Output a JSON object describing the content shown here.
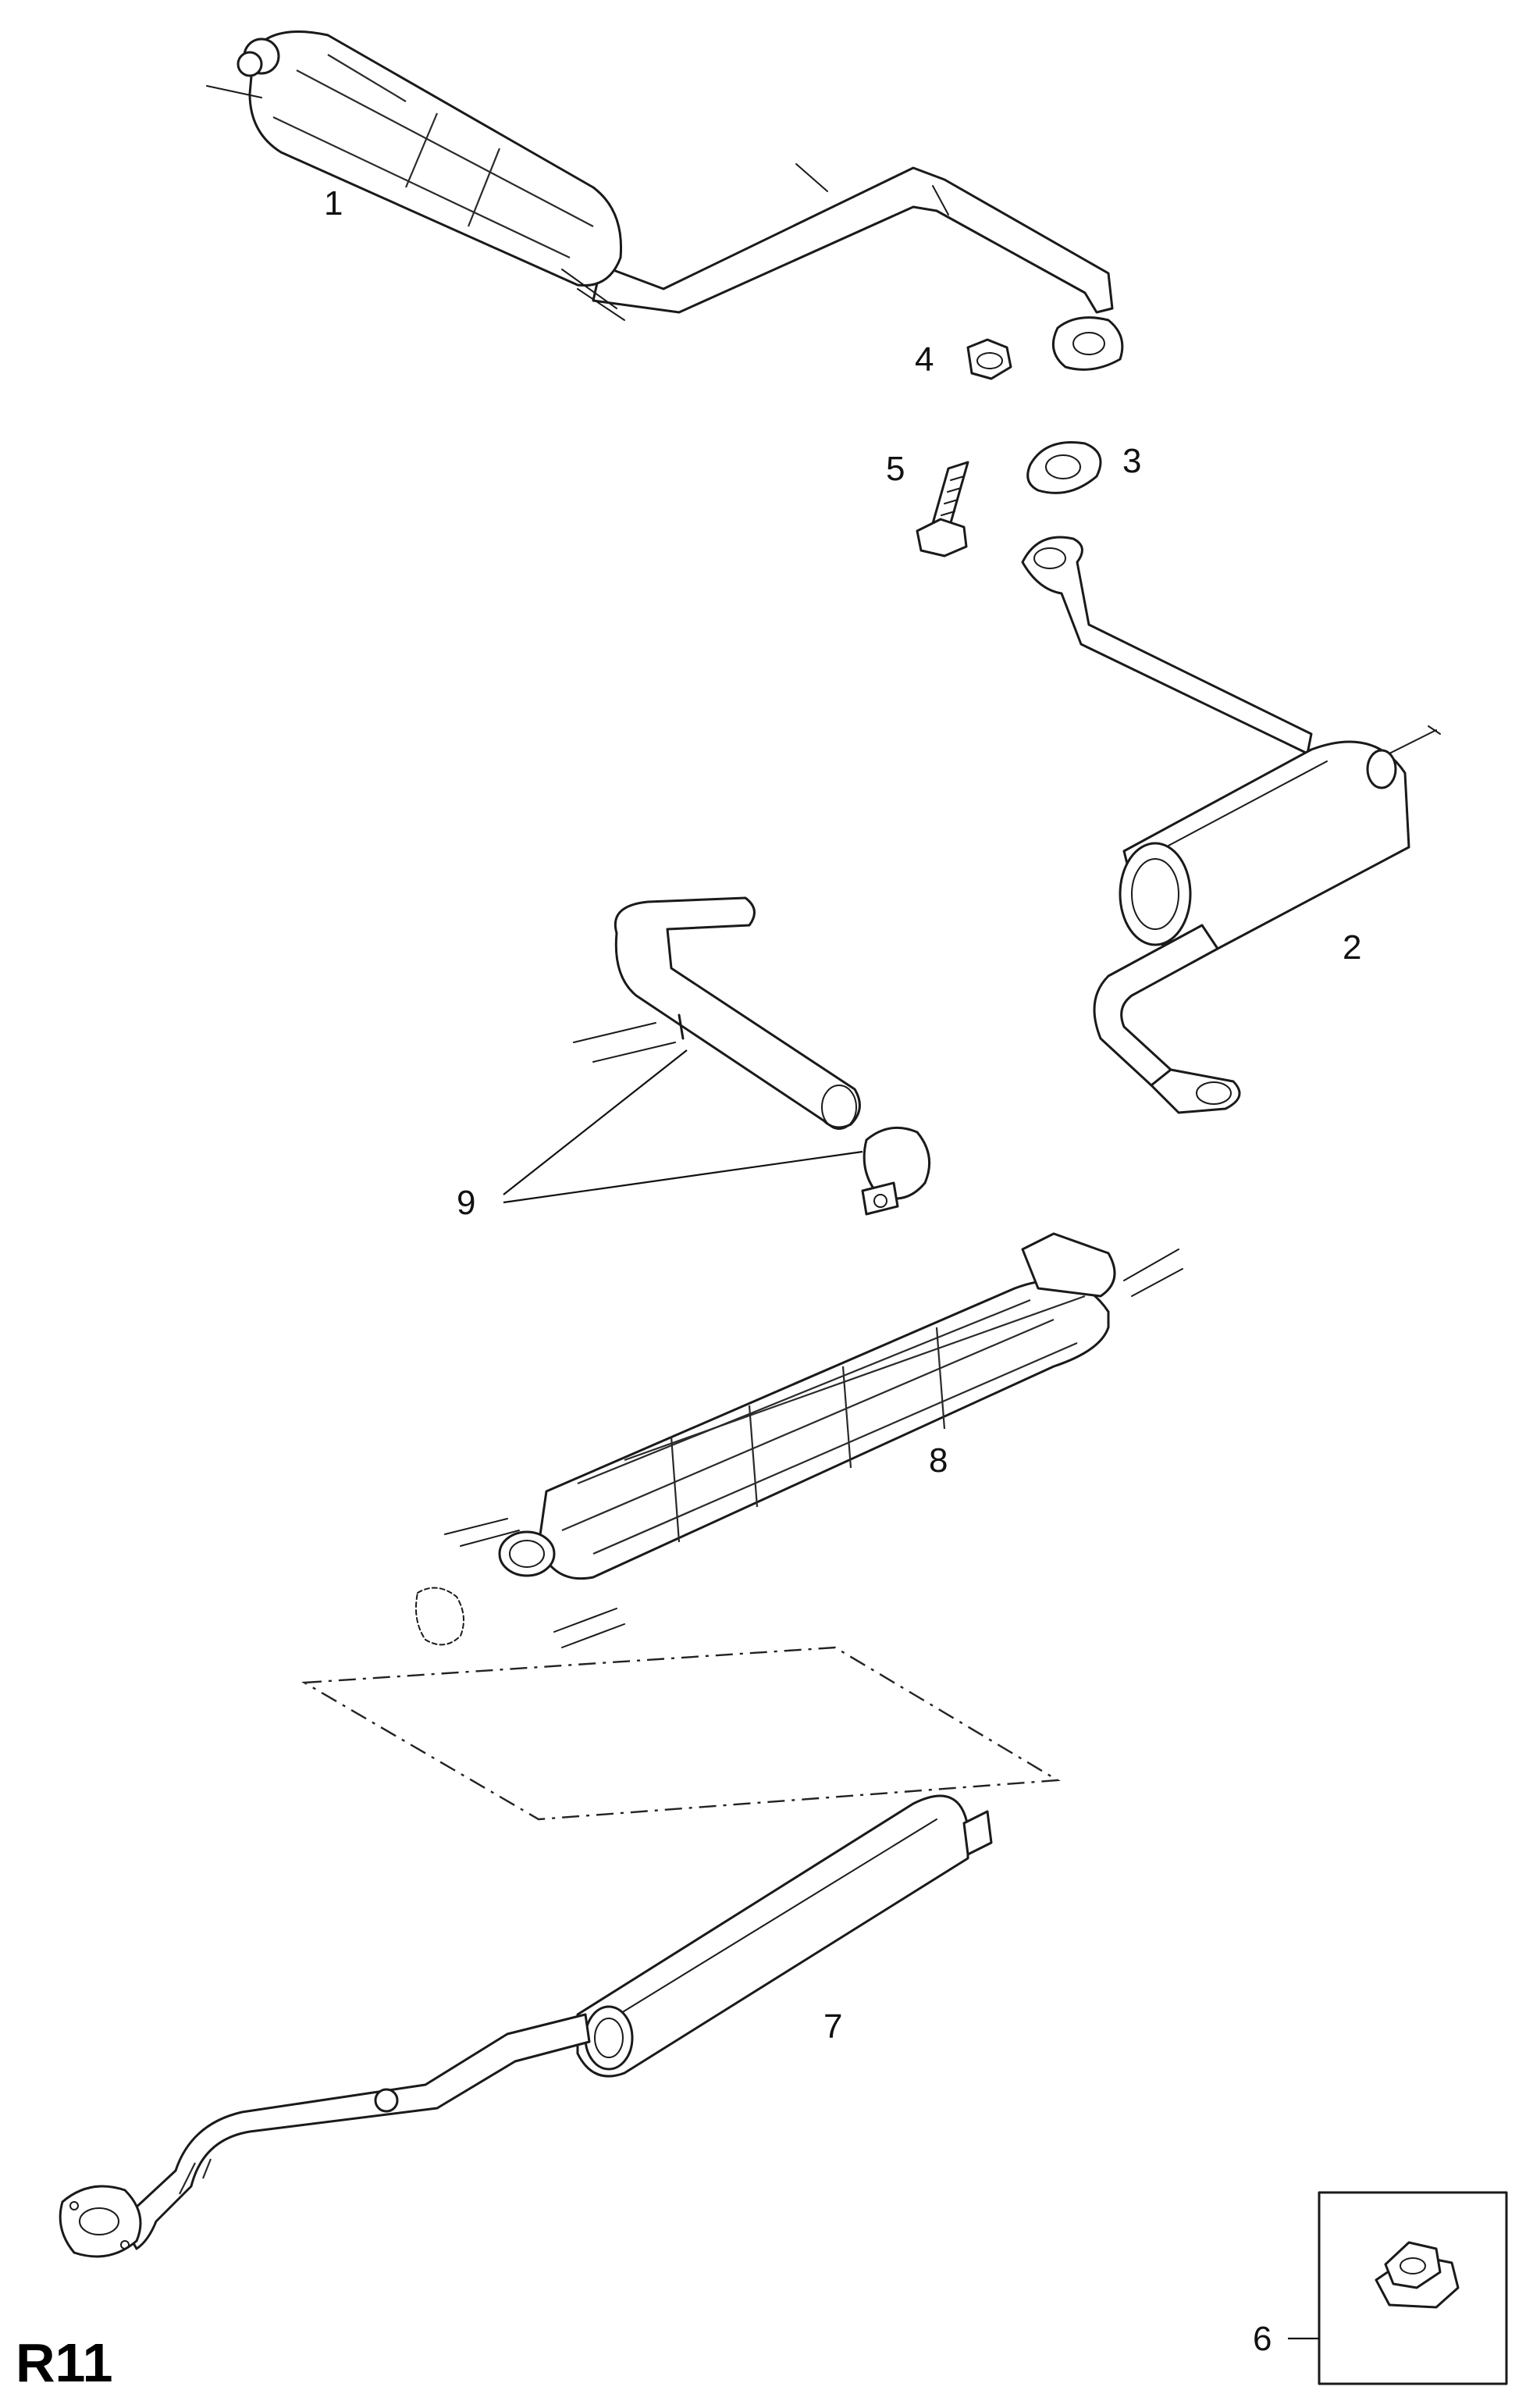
{
  "diagram": {
    "page_code": "R11",
    "callouts": {
      "c1": "1",
      "c2": "2",
      "c3": "3",
      "c4": "4",
      "c5": "5",
      "c6": "6",
      "c7": "7",
      "c8": "8",
      "c9": "9"
    }
  }
}
